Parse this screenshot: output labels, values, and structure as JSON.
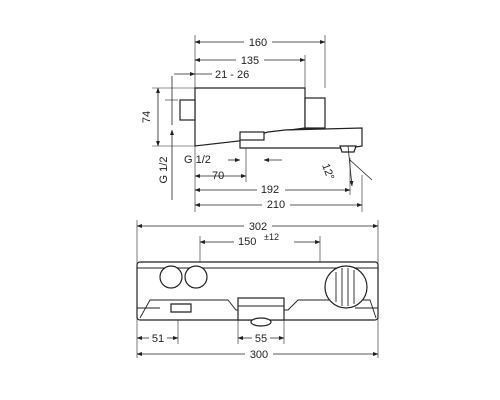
{
  "side_view": {
    "dim_overall_width": "160",
    "dim_mid_width": "135",
    "dim_range": "21 - 26",
    "dim_height": "74",
    "dim_thread_right": "G 1/2",
    "dim_thread_left": "G 1/2",
    "dim_center": "70",
    "dim_spout_reach": "192",
    "dim_total_reach": "210",
    "dim_angle": "12°"
  },
  "front_view": {
    "dim_total_width": "302",
    "dim_spacing": "150",
    "dim_tolerance": "±12",
    "dim_left_offset": "51",
    "dim_outlet_width": "55",
    "dim_body_width": "300"
  }
}
